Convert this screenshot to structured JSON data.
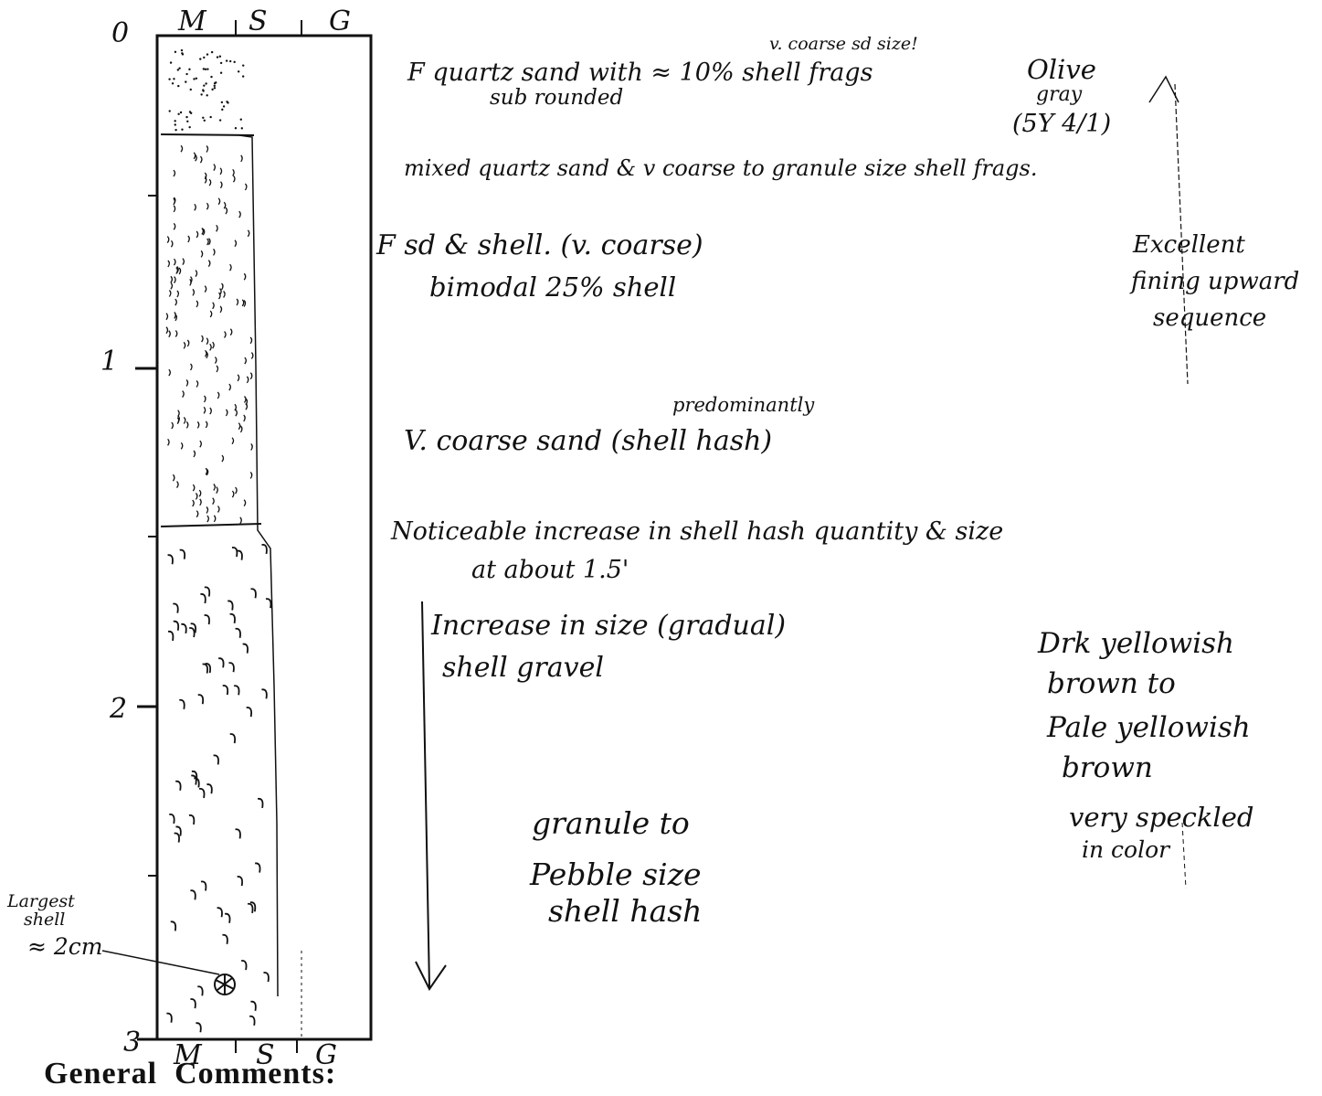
{
  "log": {
    "columns_top": [
      "M",
      "S",
      "G"
    ],
    "columns_bottom": [
      "M",
      "S",
      "G"
    ],
    "depth_labels": [
      "0",
      "1",
      "2",
      "3"
    ]
  },
  "notes": {
    "n1_line1": "v. coarse sd size!",
    "n1_line2": "F quartz sand with ≈ 10% shell frags",
    "n1_line3": "sub rounded",
    "n2": "mixed quartz sand & v coarse to granule size shell frags.",
    "n3_line1": "F sd & shell. (v. coarse)",
    "n3_line2": "bimodal    25% shell",
    "n4_line1": "predominantly",
    "n4_line2": "V. coarse sand (shell hash)",
    "n5_line1": "Noticeable increase in shell hash quantity & size",
    "n5_line2": "at about 1.5'",
    "n6_line1": "Increase in size (gradual)",
    "n6_line2": "shell gravel",
    "n7_line1": "granule to",
    "n7_line2": "Pebble size",
    "n7_line3": "shell hash",
    "color1_line1": "Olive",
    "color1_line2": "gray",
    "color1_line3": "(5Y 4/1)",
    "seq_line1": "Excellent",
    "seq_line2": "fining upward",
    "seq_line3": "sequence",
    "color2_line1": "Drk yellowish",
    "color2_line2": "brown to",
    "color2_line3": "Pale yellowish",
    "color2_line4": "brown",
    "color2_line5": "very speckled",
    "color2_line6": "in color",
    "largest_line1": "Largest",
    "largest_line2": "shell",
    "largest_line3": "≈ 2cm"
  },
  "general_comments_label": "General  Comments:"
}
